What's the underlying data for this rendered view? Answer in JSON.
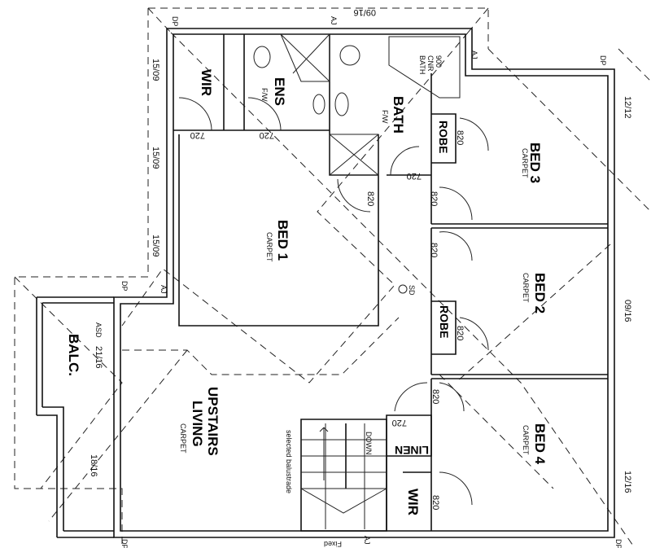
{
  "rooms": {
    "wir_master": "WIR",
    "ensuite": "ENS",
    "bath": "BATH",
    "corner_bath": [
      "900",
      "CNR",
      "BATH"
    ],
    "robe_bed3": "ROBE",
    "bed3": "BED 3",
    "bed1": "BED 1",
    "bed2": "BED 2",
    "robe_bed2": "ROBE",
    "balcony": "BALC.",
    "living_line1": "UPSTAIRS",
    "living_line2": "LIVING",
    "linen": "LINEN",
    "bed4": "BED 4",
    "wir_bed4": "WIR",
    "floor_finish": "CARPET",
    "floor_waste": "F/W"
  },
  "doors": {
    "d720": "720",
    "d820": "820"
  },
  "windows": {
    "top": "09/16",
    "left_1": "15/09",
    "left_2": "15/09",
    "left_3": "15/09",
    "bed3": "12/12",
    "bed2": "09/16",
    "bed4": "12/16",
    "balc": "21/16",
    "living": "18/16",
    "bottom": "Fixed"
  },
  "markers": {
    "downpipe": "DP",
    "articulation_joint": "AJ",
    "smoke_detector": "SD",
    "asd": "ASD",
    "stairs_down": "DOWN",
    "balustrade": "selected balustrade"
  }
}
